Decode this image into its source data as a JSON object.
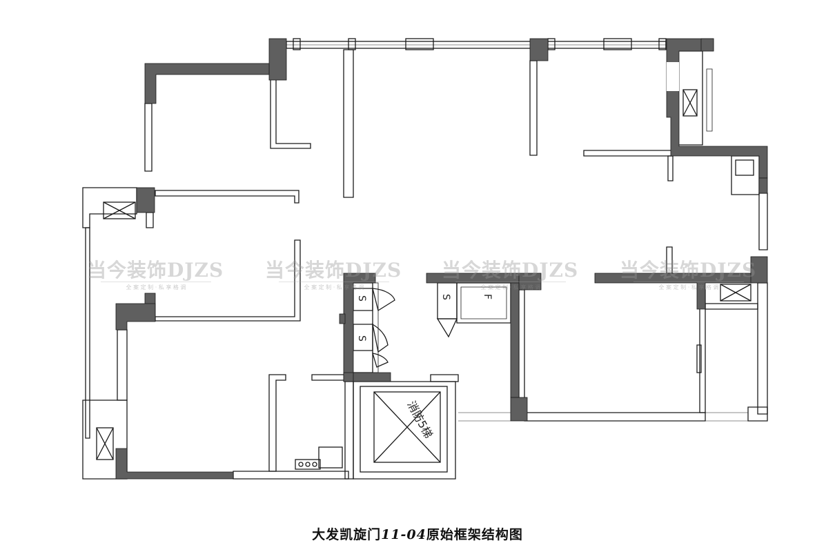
{
  "drawing": {
    "title_prefix": "大发凯旋门",
    "title_number": "11-04",
    "title_suffix": "原始框架结构图",
    "stair_label": "消防5梯",
    "toilet_labels": [
      "S",
      "S",
      "S",
      "F"
    ]
  },
  "watermark": {
    "brand_text": "当今装饰DJZS",
    "slogan_text": "全 案 定 制 · 私 享 格 调"
  },
  "colors": {
    "structure": "#5f5f5f",
    "line": "#1a1a1a",
    "background": "#ffffff"
  }
}
